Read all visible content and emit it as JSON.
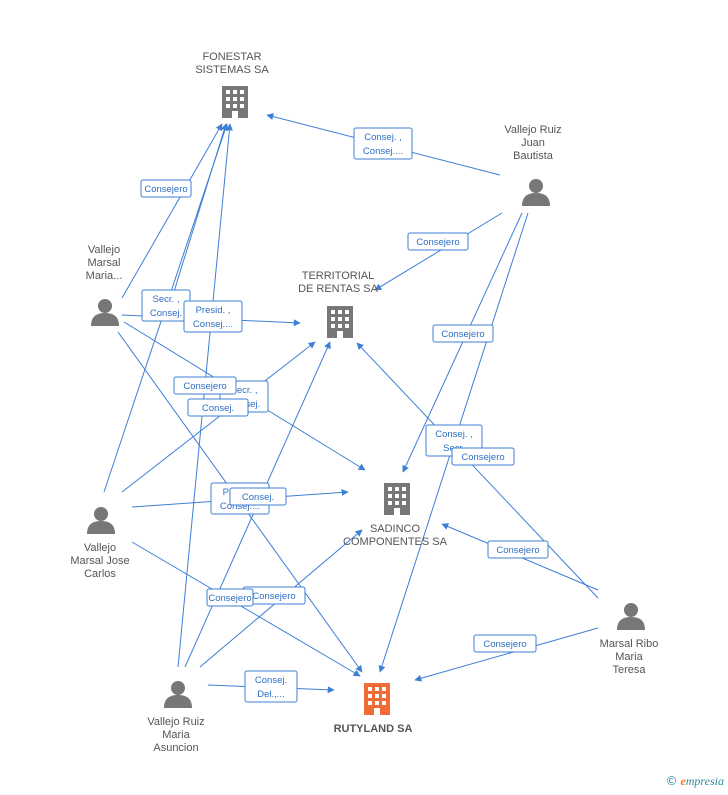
{
  "colors": {
    "edge": "#3d7fd6",
    "company": "#777777",
    "company_main": "#f06b35",
    "person": "#777777",
    "label": "#555555",
    "box_text": "#2d6fc6"
  },
  "nodes": [
    {
      "id": "fonestar",
      "kind": "company",
      "lines": [
        "FONESTAR",
        "SISTEMAS SA"
      ]
    },
    {
      "id": "territorial",
      "kind": "company",
      "lines": [
        "TERRITORIAL",
        "DE RENTAS SA"
      ]
    },
    {
      "id": "sadinco",
      "kind": "company",
      "lines": [
        "SADINCO",
        "COMPONENTES SA"
      ]
    },
    {
      "id": "rutyland",
      "kind": "company-main",
      "lines": [
        "RUTYLAND SA"
      ]
    },
    {
      "id": "vrjb",
      "kind": "person",
      "lines": [
        "Vallejo Ruiz",
        "Juan",
        "Bautista"
      ]
    },
    {
      "id": "vmm",
      "kind": "person",
      "lines": [
        "Vallejo",
        "Marsal",
        "Maria..."
      ]
    },
    {
      "id": "vmjc",
      "kind": "person",
      "lines": [
        "Vallejo",
        "Marsal Jose",
        "Carlos"
      ]
    },
    {
      "id": "vrma",
      "kind": "person",
      "lines": [
        "Vallejo Ruiz",
        "Maria",
        "Asuncion"
      ]
    },
    {
      "id": "mrmt",
      "kind": "person",
      "lines": [
        "Marsal Ribo",
        "Maria",
        "Teresa"
      ]
    }
  ],
  "edge_labels": [
    {
      "id": "l1",
      "lines": [
        "Consej. ,",
        "Consej...."
      ]
    },
    {
      "id": "l2",
      "lines": [
        "Consejero"
      ]
    },
    {
      "id": "l3",
      "lines": [
        "Consejero"
      ]
    },
    {
      "id": "l4",
      "lines": [
        "Consejero"
      ]
    },
    {
      "id": "l5",
      "lines": [
        "Secr. ,",
        "Consej."
      ]
    },
    {
      "id": "l6",
      "lines": [
        "Presid. ,",
        "Consej...."
      ]
    },
    {
      "id": "l7",
      "lines": [
        "Secr. ,",
        "Consej."
      ]
    },
    {
      "id": "l8",
      "lines": [
        "Consejero"
      ]
    },
    {
      "id": "l9",
      "lines": [
        "Consej."
      ]
    },
    {
      "id": "l10",
      "lines": [
        "Consej. ,",
        "Secr."
      ]
    },
    {
      "id": "l11",
      "lines": [
        "Consejero"
      ]
    },
    {
      "id": "l12",
      "lines": [
        "Presid. ,",
        "Consej...."
      ]
    },
    {
      "id": "l13",
      "lines": [
        "Consejero"
      ]
    },
    {
      "id": "l14",
      "lines": [
        "Consejero"
      ]
    },
    {
      "id": "l15",
      "lines": [
        "Consejero"
      ]
    },
    {
      "id": "l16",
      "lines": [
        "Consej.",
        "Del.,..."
      ]
    },
    {
      "id": "l17",
      "lines": [
        "Consejero"
      ]
    },
    {
      "id": "l18",
      "lines": [
        "Consej."
      ]
    }
  ],
  "footer": {
    "copyright": "©",
    "brand_first": "e",
    "brand_rest": "mpresia"
  }
}
